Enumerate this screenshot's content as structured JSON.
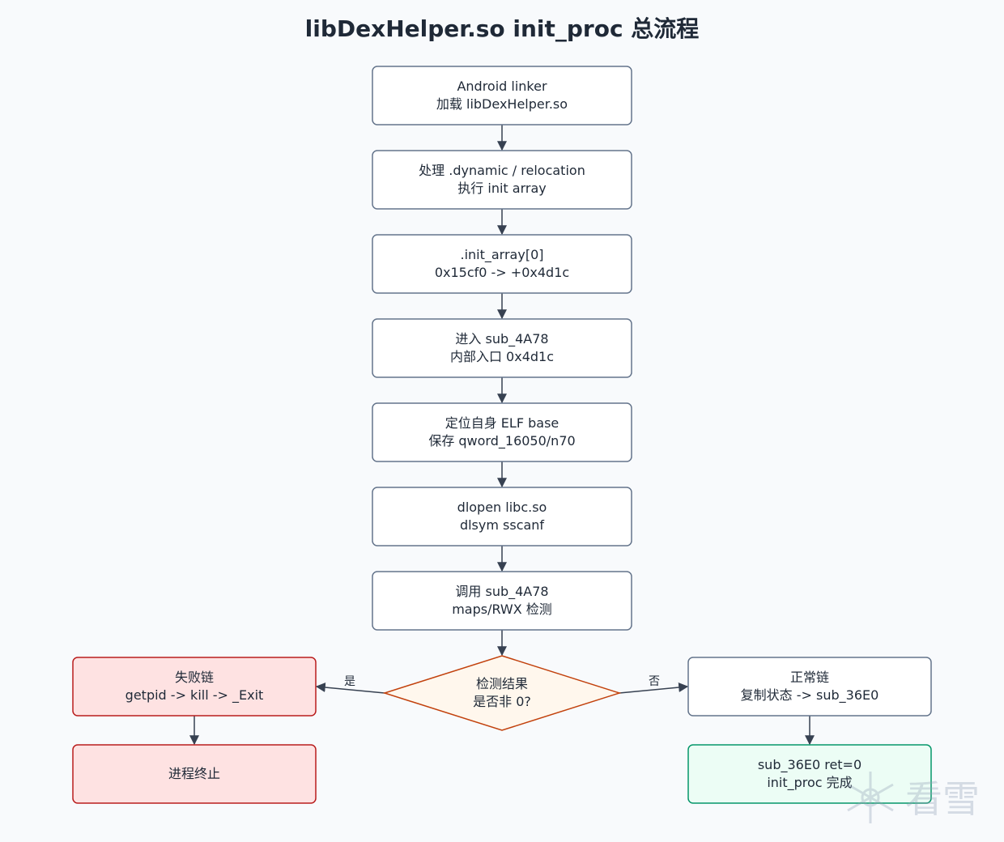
{
  "title": "libDexHelper.so init_proc 总流程",
  "nodes": {
    "linker": {
      "line1": "Android linker",
      "line2": "加载 libDexHelper.so"
    },
    "dynamic": {
      "line1": "处理 .dynamic / relocation",
      "line2": "执行 init array"
    },
    "initarr": {
      "line1": ".init_array[0]",
      "line2": "0x15cf0 -> +0x4d1c"
    },
    "enter": {
      "line1": "进入 sub_4A78",
      "line2": "内部入口 0x4d1c"
    },
    "locate": {
      "line1": "定位自身 ELF base",
      "line2": "保存 qword_16050/n70"
    },
    "dlopen": {
      "line1": "dlopen libc.so",
      "line2": "dlsym sscanf"
    },
    "call": {
      "line1": "调用 sub_4A78",
      "line2": "maps/RWX 检测"
    },
    "decision": {
      "line1": "检测结果",
      "line2": "是否非 0?"
    },
    "fail": {
      "line1": "失败链",
      "line2": "getpid -> kill -> _Exit"
    },
    "terminate": {
      "line1": "进程终止"
    },
    "normal": {
      "line1": "正常链",
      "line2": "复制状态 -> sub_36E0"
    },
    "done": {
      "line1": "sub_36E0 ret=0",
      "line2": "init_proc 完成"
    }
  },
  "edge_labels": {
    "yes": "是",
    "no": "否"
  },
  "watermark": {
    "text": "看雪"
  },
  "colors": {
    "default_fill": "#ffffff",
    "default_stroke": "#64748b",
    "fail_fill": "#fee2e2",
    "fail_stroke": "#b91c1c",
    "decision_fill": "#fff7ed",
    "decision_stroke": "#c2410c",
    "success_fill": "#ecfdf5",
    "success_stroke": "#059669",
    "edge": "#374151"
  }
}
